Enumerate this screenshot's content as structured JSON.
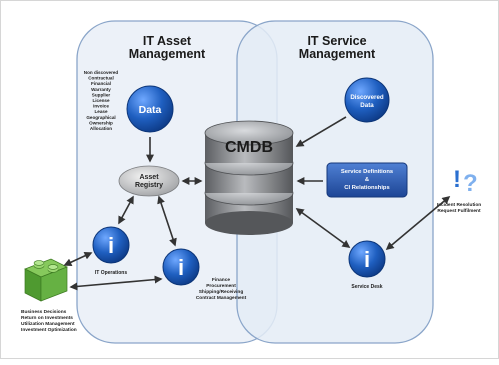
{
  "sections": {
    "asset_title_line1": "IT Asset",
    "asset_title_line2": "Management",
    "service_title_line1": "IT Service",
    "service_title_line2": "Management"
  },
  "data_attributes": [
    "Non discovered",
    "Contractual",
    "Financial",
    "Warranty",
    "Supplier",
    "License",
    "Invoice",
    "Lease",
    "Geographical",
    "Ownership",
    "Allocation"
  ],
  "nodes": {
    "data": "Data",
    "discovered_line1": "Discovered",
    "discovered_line2": "Data",
    "asset_registry_line1": "Asset",
    "asset_registry_line2": "Registry",
    "cmdb": "CMDB",
    "service_def_line1": "Service Definitions",
    "service_def_line2": "&",
    "service_def_line3": "CI Relationships",
    "it_operations": "IT Operations",
    "finance_lines": [
      "Finance",
      "Procurement",
      "Shipping/Receiving",
      "Contract Management"
    ],
    "service_desk": "Service Desk",
    "incident_lines": [
      "Incident Resolution",
      "Request Fulfilment"
    ],
    "business_lines": [
      "Business Decisions",
      "Return on Investments",
      "Utilization Management",
      "Investment Optimization"
    ]
  },
  "colors": {
    "panel_fill": "#e9eff7",
    "panel_stroke": "#8aa5c9",
    "blue_circle": "#1f5fc0",
    "cmdb_gray": "#7d7f82",
    "box_blue": "#2b5cb0",
    "green_block": "#5aa63a",
    "qmark_blue": "#2a6fd0"
  },
  "icons": {
    "info": "info-icon",
    "question": "question-exclamation-icon",
    "block": "lego-block-icon",
    "cylinder": "database-cylinder-icon"
  }
}
